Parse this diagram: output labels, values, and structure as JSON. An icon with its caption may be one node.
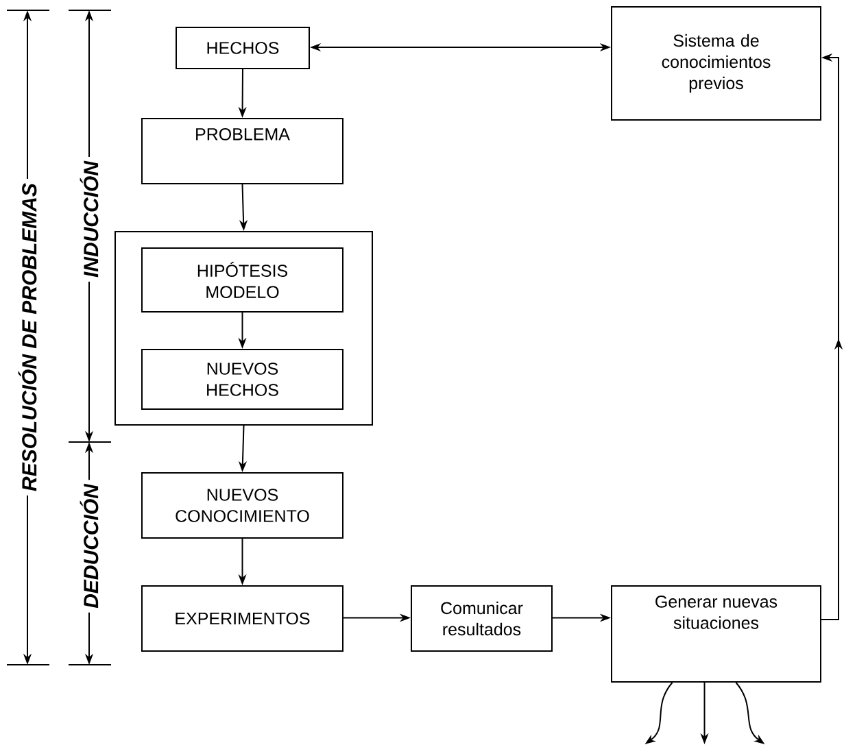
{
  "diagram": {
    "nodes": [
      {
        "text": [
          "HECHOS"
        ]
      },
      {
        "text": [
          "PROBLEMA"
        ]
      },
      {
        "text": [],
        "shape": "box"
      },
      {
        "text": [
          "HIPÓTESIS MODELO"
        ],
        "in": 2
      },
      {
        "text": [
          "NUEVOS HECHOS"
        ],
        "in": 2
      },
      {
        "text": [
          "NUEVOS CONOCIMIENTO"
        ]
      },
      {
        "text": [
          "EXPERIMENTOS"
        ]
      },
      {
        "text": [
          "Comunicar resultados"
        ]
      },
      {
        "text": [
          "Generar nuevas situaciones"
        ]
      },
      {
        "text": [
          "Sistema de conocimientos previos"
        ]
      }
    ],
    "edges": [
      {
        "from": 0,
        "to": 9,
        "arrow": "both"
      },
      {
        "from": 0,
        "to": 1,
        "arrow": "to"
      },
      {
        "from": 1,
        "to": 2,
        "arrow": "to"
      },
      {
        "from": 3,
        "to": 4,
        "arrow": "to"
      },
      {
        "from": 2,
        "to": 5,
        "arrow": "to"
      },
      {
        "from": 5,
        "to": 6,
        "arrow": "to"
      },
      {
        "from": 6,
        "to": 7,
        "arrow": "to"
      },
      {
        "from": 7,
        "to": 8,
        "arrow": "to"
      },
      {
        "from": 8,
        "to": 9,
        "arrow": "to"
      },
      {
        "from": 8,
        "to": null,
        "arrow": "to"
      },
      {
        "from": 8,
        "to": null,
        "arrow": "to"
      },
      {
        "from": 8,
        "to": null,
        "arrow": "to"
      }
    ],
    "labels": [
      "RESOLUCIÓN DE PROBLEMAS",
      "INDUCCIÓN",
      "DEDUCCIÓN"
    ]
  }
}
